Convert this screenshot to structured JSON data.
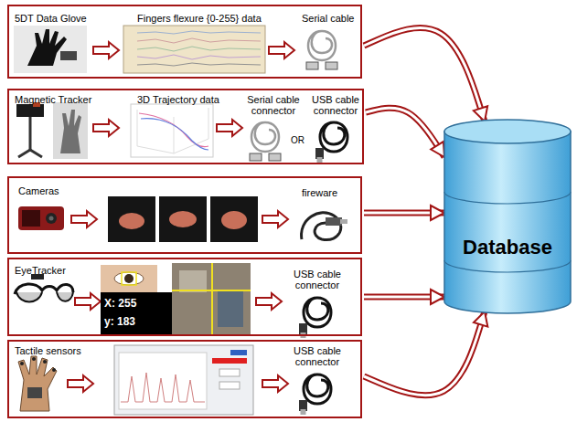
{
  "diagram": {
    "nodes": [
      {
        "text": [
          "5DT Data Glove",
          "Fingers flexure {0-255} data",
          "Serial cable"
        ]
      },
      {
        "text": [
          "Magnetic Tracker",
          "3D Trajectory data",
          "Serial cable connector",
          "USB cable connector"
        ]
      },
      {
        "text": [
          "Cameras",
          "fireware"
        ]
      },
      {
        "text": [
          "EyeTracker",
          "USB cable connector"
        ]
      },
      {
        "text": [
          "Tactile sensors",
          "USB cable connector"
        ]
      },
      {
        "text": [
          "Database"
        ]
      }
    ],
    "edges": [
      {
        "from": 0,
        "to": 5,
        "arrow": "to"
      },
      {
        "from": 1,
        "to": 5,
        "arrow": "to"
      },
      {
        "from": 2,
        "to": 5,
        "arrow": "to"
      },
      {
        "from": 3,
        "to": 5,
        "arrow": "to"
      },
      {
        "from": 4,
        "to": 5,
        "arrow": "to"
      }
    ],
    "labels": [
      "OR",
      "X: 255",
      "y: 183"
    ]
  }
}
